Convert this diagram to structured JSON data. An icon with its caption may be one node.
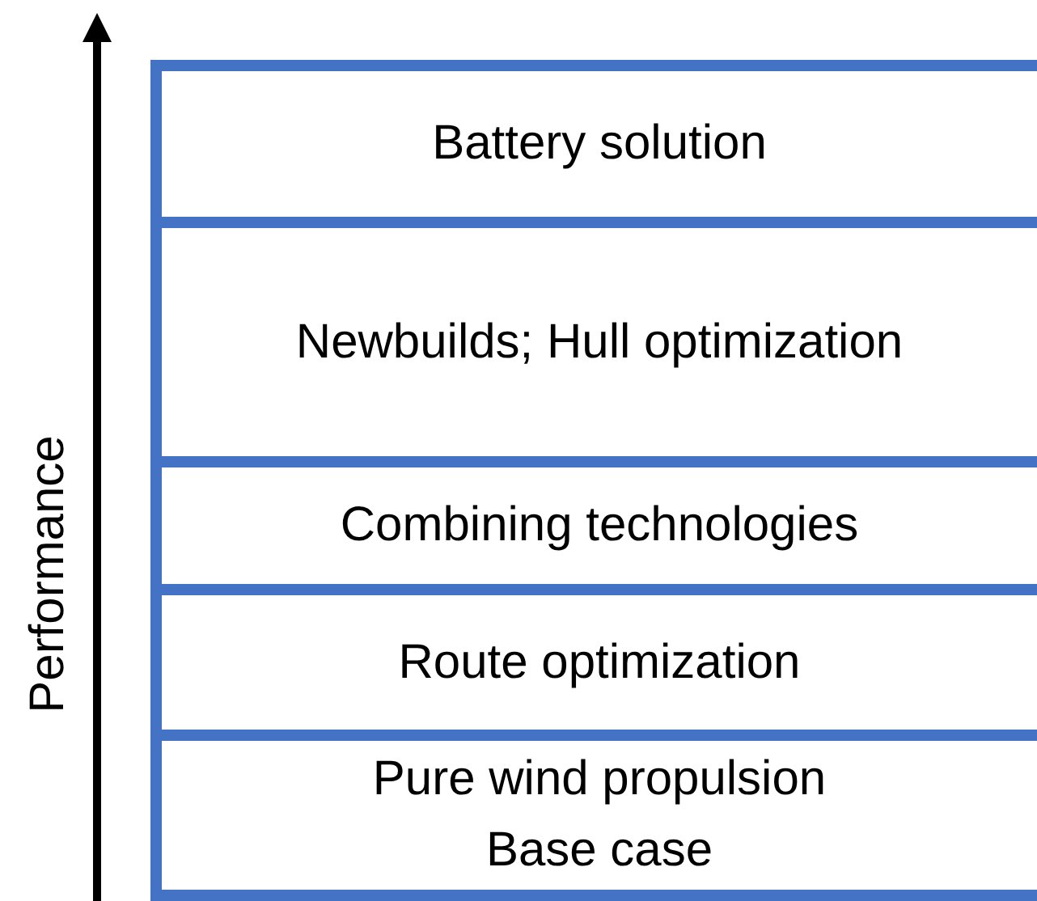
{
  "diagram": {
    "nodes": [
      {
        "text": [
          "Battery solution"
        ]
      },
      {
        "text": [
          "Newbuilds; Hull optimization"
        ]
      },
      {
        "text": [
          "Combining technologies"
        ]
      },
      {
        "text": [
          "Route optimization"
        ]
      },
      {
        "text": [
          "Pure wind propulsion",
          "Base case"
        ]
      }
    ],
    "labels": [
      "Performance"
    ]
  }
}
